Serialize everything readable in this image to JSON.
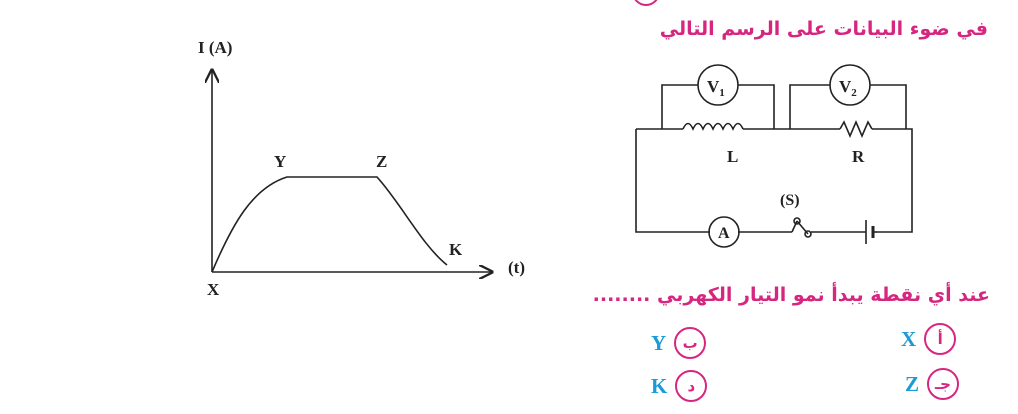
{
  "graph": {
    "y_axis_label": "I (A)",
    "x_axis_label": "(t)",
    "points": {
      "x": "X",
      "y": "Y",
      "z": "Z",
      "k": "K"
    }
  },
  "circuit": {
    "heading": "في ضوء البيانات على الرسم التالي",
    "voltmeter_1": "V",
    "voltmeter_1_sub": "1",
    "voltmeter_2": "V",
    "voltmeter_2_sub": "2",
    "inductor_label": "L",
    "resistor_label": "R",
    "switch_label": "(S)",
    "ammeter_label": "A"
  },
  "question": {
    "text": "عند أي نقطة يبدأ نمو التيار الكهربي ........",
    "options": [
      {
        "letter": "أ",
        "value": "X"
      },
      {
        "letter": "ب",
        "value": "Y"
      },
      {
        "letter": "جـ",
        "value": "Z"
      },
      {
        "letter": "د",
        "value": "K"
      }
    ]
  },
  "colors": {
    "accent_pink": "#d6267f",
    "answer_blue": "#1a9ad6",
    "ink": "#222222"
  }
}
